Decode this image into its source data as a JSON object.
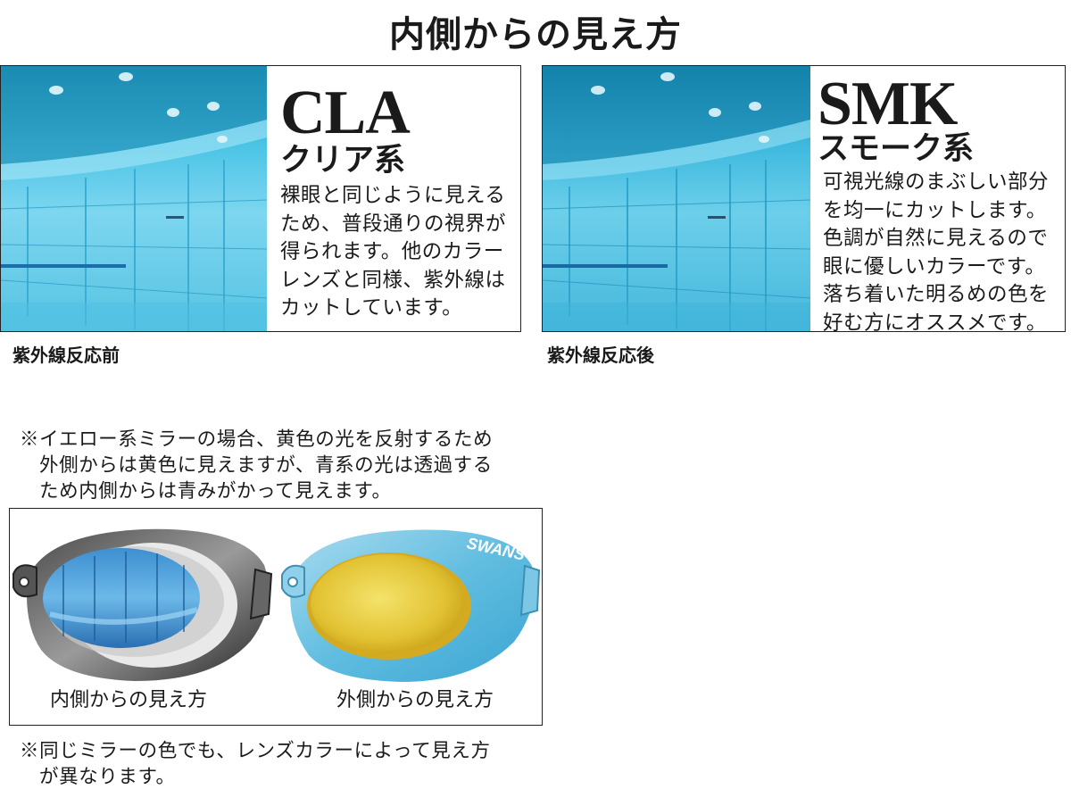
{
  "page_title": "内側からの見え方",
  "panels": [
    {
      "code": "CLA",
      "subtitle": "クリア系",
      "description_lines": [
        "裸眼と同じように見える",
        "ため、普段通りの視界が",
        "得られます。他のカラー",
        "レンズと同様、紫外線は",
        "カットしています。"
      ],
      "caption": "紫外線反応前",
      "tint": "#38b6dc"
    },
    {
      "code": "SMK",
      "subtitle": "スモーク系",
      "description_lines": [
        "可視光線のまぶしい部分",
        "を均一にカットします。",
        "色調が自然に見えるので",
        "眼に優しいカラーです。",
        "落ち着いた明るめの色を",
        "好む方にオススメです。"
      ],
      "caption": "紫外線反応後",
      "tint": "#2aa6cf"
    }
  ],
  "mirror_note": {
    "line1": "※イエロー系ミラーの場合、黄色の光を反射するため",
    "line2": "外側からは黄色に見えますが、青系の光は透過する",
    "line3": "ため内側からは青みがかって見えます。"
  },
  "goggles": {
    "inside_label": "内側からの見え方",
    "outside_label": "外側からの見え方",
    "brand": "SWANS"
  },
  "bottom_note": {
    "line1": "※同じミラーの色でも、レンズカラーによって見え方",
    "line2": "が異なります。"
  }
}
